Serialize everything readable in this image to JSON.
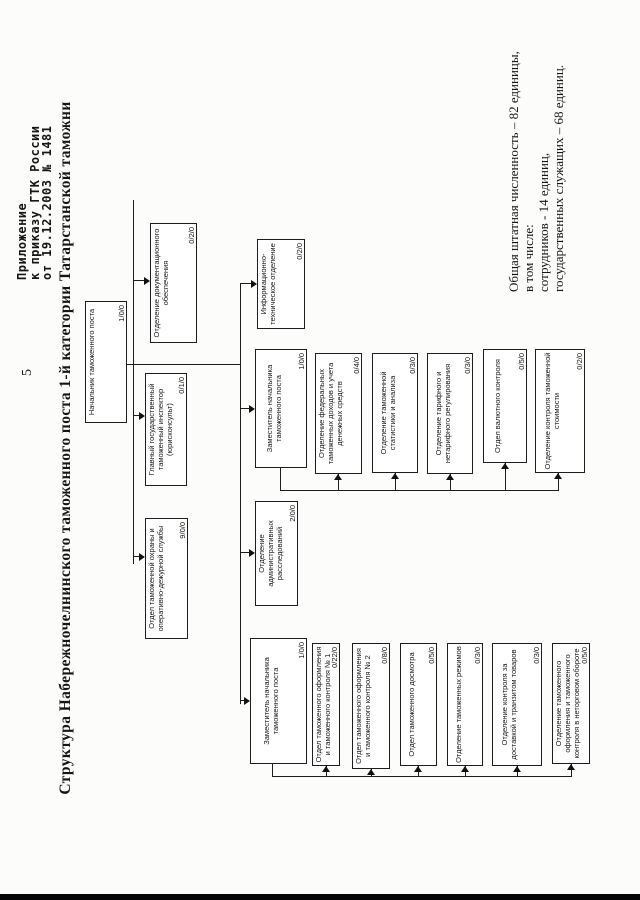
{
  "doc": {
    "appendix_lines": [
      "Приложение",
      "к приказу ГТК России",
      "от 19.12.2003 № 1481"
    ],
    "page_number": "5",
    "title": "Структура Набережночелнинского таможенного поста 1-й категории Татарстанской таможни",
    "note_lines": [
      "Общая штатная численность – 82 единицы,",
      "в том числе:",
      "сотрудников - 14 единиц,",
      "государственных служащих – 68 единиц."
    ]
  },
  "org": {
    "root": {
      "label": "Начальник таможенного поста",
      "staff": "1/0/0"
    },
    "staff_units": [
      {
        "label": "Отделение документационного обеспечения",
        "staff": "0/2/0"
      },
      {
        "label": "Главный государственный таможенный инспектор (юрисконсульт)",
        "staff": "0/1/0"
      },
      {
        "label": "Отдел таможенной охраны и оперативно-дежурной службы",
        "staff": "9/0/0"
      }
    ],
    "level2": [
      {
        "label": "Информационно-техническое отделение",
        "staff": "0/2/0"
      },
      {
        "label": "Заместитель начальника таможенного поста",
        "staff": "1/0/0"
      },
      {
        "label": "Отделение административных расследований",
        "staff": "2/0/0"
      },
      {
        "label": "Заместитель начальника таможенного поста",
        "staff": "1/0/0"
      }
    ],
    "deputy1_units": [
      {
        "label": "Отделение федеральных таможенных доходов и учета денежных средств",
        "staff": "0/4/0"
      },
      {
        "label": "Отделение таможенной статистики и анализа",
        "staff": "0/3/0"
      },
      {
        "label": "Отделение тарифного и нетарифного регулирования",
        "staff": "0/3/0"
      },
      {
        "label": "Отдел валютного контроля",
        "staff": "0/5/0"
      },
      {
        "label": "Отделение контроля таможенной стоимости",
        "staff": "0/2/0"
      }
    ],
    "deputy2_units": [
      {
        "label": "Отдел таможенного оформления и таможенного контроля № 1",
        "staff": "0/22/0"
      },
      {
        "label": "Отдел таможенного оформления и таможенного контроля № 2",
        "staff": "0/8/0"
      },
      {
        "label": "Отдел таможенного досмотра",
        "staff": "0/5/0"
      },
      {
        "label": "Отделение таможенных режимов",
        "staff": "0/3/0"
      },
      {
        "label": "Отделение контроля за доставкой и транзитом товаров",
        "staff": "0/3/0"
      },
      {
        "label": "Отделение таможенного оформления и таможенного контроля в неторговом обороте",
        "staff": "0/5/0"
      }
    ]
  }
}
